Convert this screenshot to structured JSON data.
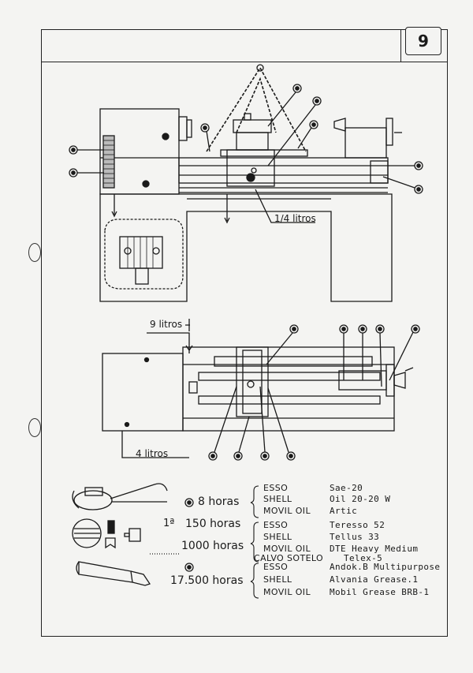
{
  "page": {
    "number": "9"
  },
  "top_view": {
    "capacity_label": "1/4 litros"
  },
  "front_view": {
    "headstock_capacity": "9 litros",
    "base_capacity": "4 litros"
  },
  "legend": {
    "intervals": [
      {
        "icon": "oil-can-icon",
        "label": "8 horas"
      },
      {
        "icon": "reservoir-icon",
        "prefix": "1ª",
        "label": "150 horas"
      },
      {
        "icon": "none",
        "label": "1000 horas"
      },
      {
        "icon": "grease-tube-icon",
        "label": "17.500 horas"
      }
    ],
    "groups": [
      {
        "rows": [
          {
            "brand": "ESSO",
            "product": "Sae-20"
          },
          {
            "brand": "SHELL",
            "product": "Oil 20-20 W"
          },
          {
            "brand": "MOVIL OIL",
            "product": "Artic"
          }
        ]
      },
      {
        "rows": [
          {
            "brand": "ESSO",
            "product": "Teresso 52"
          },
          {
            "brand": "SHELL",
            "product": "Tellus 33"
          },
          {
            "brand": "MOVIL OIL",
            "product": "DTE Heavy Medium"
          },
          {
            "brand": "CALVO SOTELO",
            "product": "Telex-5"
          }
        ]
      },
      {
        "rows": [
          {
            "brand": "ESSO",
            "product": "Andok.B Multipurpose"
          },
          {
            "brand": "SHELL",
            "product": "Alvania Grease.1"
          },
          {
            "brand": "MOVIL OIL",
            "product": "Mobil Grease BRB-1"
          }
        ]
      }
    ]
  }
}
